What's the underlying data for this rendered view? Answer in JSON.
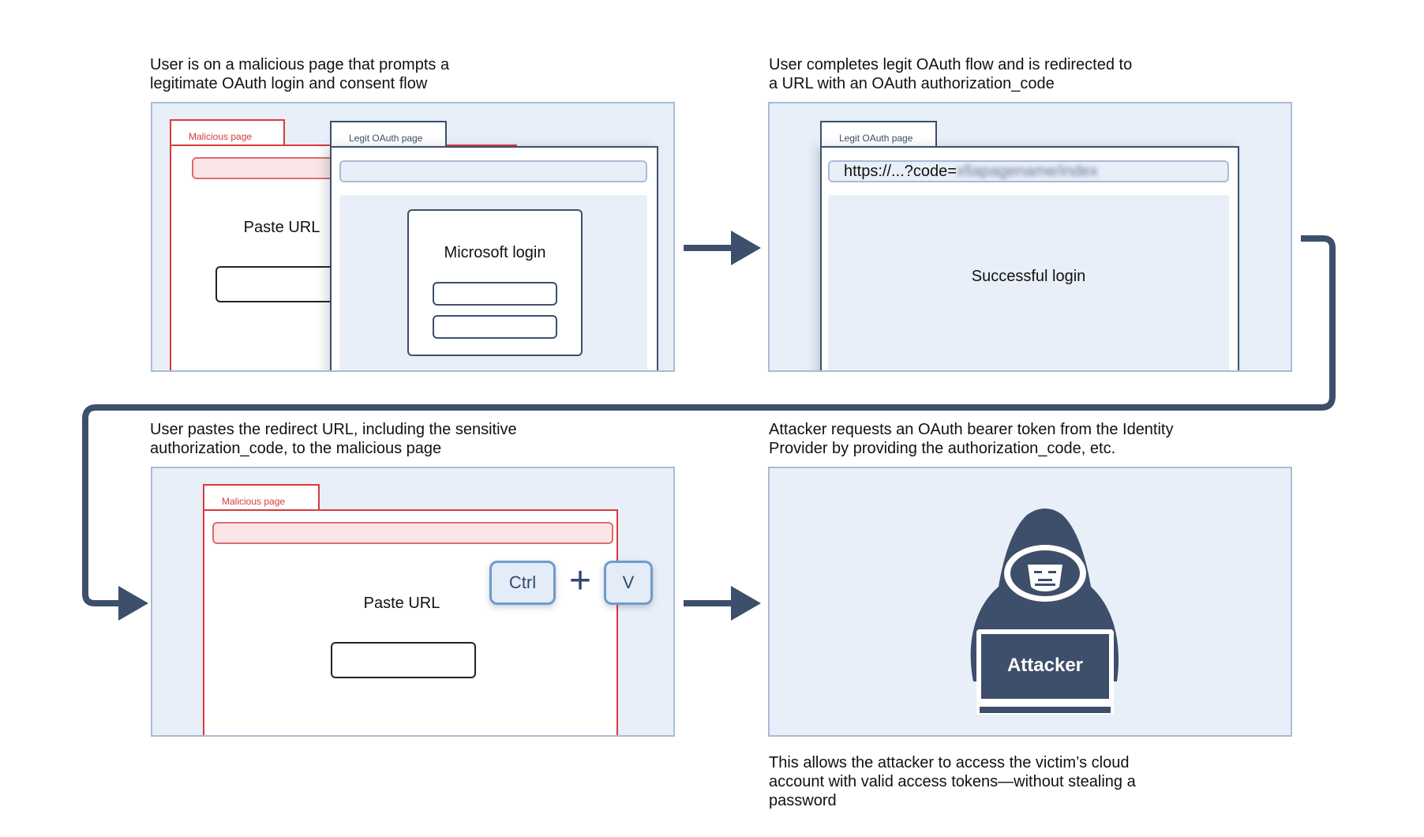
{
  "step1": {
    "caption": "User is on a malicious page that prompts a\nlegitimate OAuth login and consent flow",
    "malicious_tab": "Malicious page",
    "malicious_label": "Paste URL",
    "legit_tab": "Legit OAuth page",
    "login_title": "Microsoft login"
  },
  "step2": {
    "caption": "User completes legit OAuth flow and is redirected to\na URL with an OAuth authorization_code",
    "legit_tab": "Legit OAuth page",
    "url_prefix": "https://...?code=",
    "url_code_blurred": "xfiapagename/index",
    "content_label": "Successful login"
  },
  "step3": {
    "caption": "User pastes the redirect URL, including the sensitive\nauthorization_code, to the malicious page",
    "malicious_tab": "Malicious page",
    "malicious_label": "Paste URL",
    "key1": "Ctrl",
    "plus": "+",
    "key2": "V"
  },
  "step4": {
    "caption": "Attacker requests an OAuth bearer token from the Identity\nProvider by providing the authorization_code, etc.",
    "attacker_label": "Attacker",
    "footer": "This allows the attacker to access the victim’s cloud\naccount with valid access tokens—without stealing a\npassword"
  },
  "colors": {
    "panel_bg": "#e9eff8",
    "panel_border": "#a9bbd6",
    "arrow": "#3d4f6b",
    "malicious_red": "#d93a3a",
    "key_blue": "#6f9ccc"
  },
  "icons": [
    "arrow-right-icon",
    "connector-arrow-icon",
    "hooded-attacker-icon",
    "laptop-icon"
  ]
}
